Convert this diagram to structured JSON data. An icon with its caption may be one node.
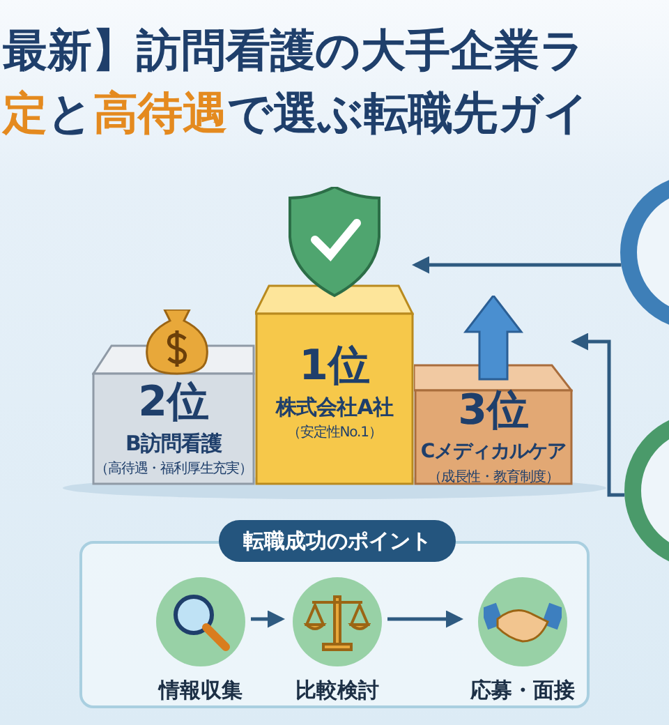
{
  "diagram": {
    "title": "最新】訪問看護の大手企業ラ**定**と**高待遇**で選ぶ転職先ガイ",
    "nodes": [
      {
        "text": [
          "2位",
          "B訪問看護",
          "（高待遇・福利厚生充実）"
        ]
      },
      {
        "text": [
          "1位",
          "株式会社A社",
          "（安定性No.1）"
        ]
      },
      {
        "text": [
          "3位",
          "Cメディカルケア",
          "（成長性・教育制度）"
        ]
      },
      {
        "text": [],
        "shape": "circle"
      },
      {
        "text": [],
        "shape": "circle"
      },
      {
        "text": [
          "転職成功のポイント"
        ]
      },
      {
        "text": [
          "情報収集"
        ],
        "in": 5
      },
      {
        "text": [
          "比較検討"
        ],
        "in": 5
      },
      {
        "text": [
          "応募・面接"
        ],
        "in": 5
      }
    ],
    "edges": [
      {
        "from": 3,
        "to": 1,
        "arrow": "to"
      },
      {
        "from": 4,
        "to": 2,
        "arrow": "to"
      },
      {
        "from": 6,
        "to": 7,
        "arrow": "to"
      },
      {
        "from": 7,
        "to": 8,
        "arrow": "to"
      }
    ]
  }
}
